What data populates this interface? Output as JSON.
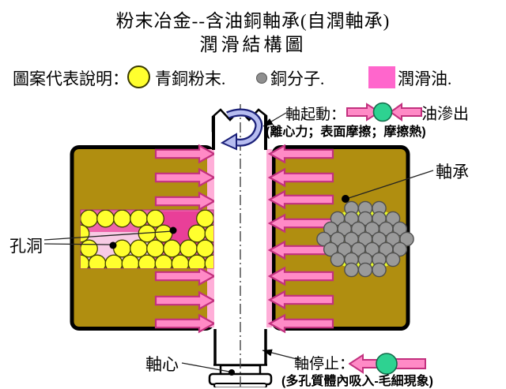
{
  "title": {
    "line1": "粉末冶金--含油銅軸承(自潤軸承)",
    "line2": "潤滑結構圖"
  },
  "legend": {
    "label": "圖案代表說明：",
    "items": [
      {
        "name": "bronze-powder",
        "swatch": "yellow-circle",
        "label": "青銅粉末."
      },
      {
        "name": "copper-molecule",
        "swatch": "gray-dot",
        "label": "銅分子."
      },
      {
        "name": "lubricant",
        "swatch": "pink-square",
        "label": "潤滑油."
      }
    ]
  },
  "annotations": {
    "shaft_start": {
      "label": "軸起動：",
      "sub": "(離心力；表面摩擦；摩擦熱)"
    },
    "oil_seep": "油滲出",
    "bearing": "軸承",
    "pores": "孔洞",
    "shaft_core": "軸心",
    "shaft_stop": {
      "label": "軸停止：",
      "sub": "(多孔質體內吸入-毛細現象)"
    }
  },
  "colors": {
    "block": "#b08e10",
    "oil_film": "#ffaed8",
    "arrow_pink": "#ff8ac6",
    "arrow_outline": "#c2307e",
    "bronze_yellow": "#ffff2e",
    "copper_gray": "#9a9a9a",
    "copper_gray_outline": "#4f4f4f",
    "legend_pink": "#ff66cc",
    "pore_bg": "#ee64ab",
    "pore_light": "#f7cbe4",
    "pore_dark": "#e93f98",
    "gray_cluster_bg": "#e8fc2c",
    "green_dot": "#2ed291",
    "rotation_arrow_fill": "#b7bdf0",
    "rotation_arrow_outline": "#1a1f78"
  }
}
